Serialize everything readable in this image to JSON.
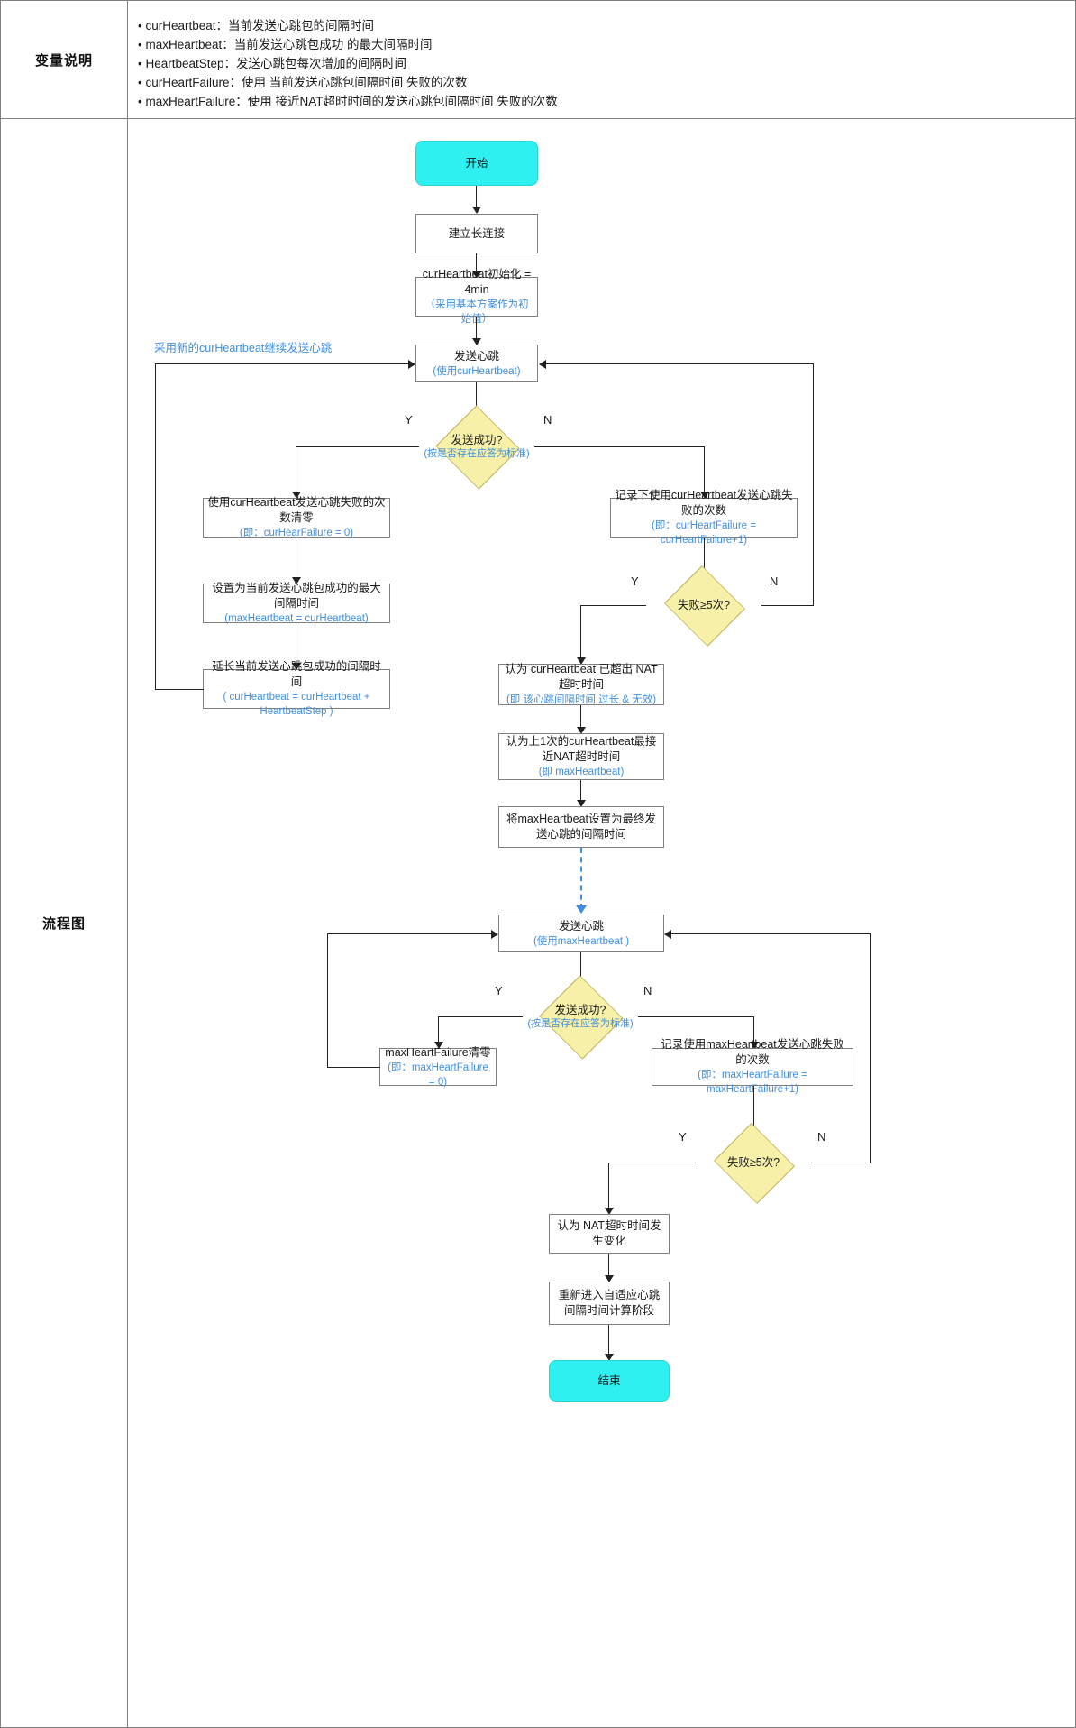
{
  "table": {
    "row1_label": "变量说明",
    "row2_label": "流程图"
  },
  "variables": [
    "• curHeartbeat：当前发送心跳包的间隔时间",
    "• maxHeartbeat：当前发送心跳包成功 的最大间隔时间",
    "• HeartbeatStep：发送心跳包每次增加的间隔时间",
    "• curHeartFailure：使用 当前发送心跳包间隔时间 失败的次数",
    "• maxHeartFailure：使用 接近NAT超时时间的发送心跳包间隔时间 失败的次数"
  ],
  "colors": {
    "terminator_fill": "#2ff0f0",
    "decision_fill": "#f7f0a8",
    "sub_text": "#3f8fe0",
    "line": "#222222",
    "border": "#808080"
  },
  "annotations": {
    "reuse_curheartbeat": "采用新的curHeartbeat继续发送心跳"
  },
  "edge_labels": {
    "y": "Y",
    "n": "N"
  },
  "nodes": {
    "start": {
      "main": "开始"
    },
    "establish": {
      "main": "建立长连接"
    },
    "init": {
      "main": "curHeartbeat初始化 = 4min",
      "sub": "（采用基本方案作为初始值）"
    },
    "send1": {
      "main": "发送心跳",
      "sub": "(使用curHeartbeat)"
    },
    "decide1": {
      "main": "发送成功?",
      "sub": "(按是否存在应答为标准)"
    },
    "clear_cur_fail": {
      "main": "使用curHeartbeat发送心跳失败的次数清零",
      "sub": "(即：curHearFailure = 0)"
    },
    "set_max": {
      "main": "设置为当前发送心跳包成功的最大间隔时间",
      "sub": "(maxHeartbeat = curHeartbeat)"
    },
    "extend": {
      "main": "延长当前发送心跳包成功的间隔时间",
      "sub": "( curHeartbeat = curHeartbeat + HeartbeatStep )"
    },
    "record_cur_fail": {
      "main": "记录下使用curHeartbeat发送心跳失败的次数",
      "sub": "(即：curHeartFailure = curHeartFailure+1)"
    },
    "decide2": {
      "main": "失败≥5次?"
    },
    "exceed_nat": {
      "main": "认为 curHeartbeat 已超出 NAT 超时时间",
      "sub": "(即 该心跳间隔时间 过长 & 无效)"
    },
    "last_closest": {
      "main": "认为上1次的curHeartbeat最接近NAT超时时间",
      "sub": "(即 maxHeartbeat)"
    },
    "set_final": {
      "main": "将maxHeartbeat设置为最终发送心跳的间隔时间"
    },
    "send2": {
      "main": "发送心跳",
      "sub": "(使用maxHeartbeat )"
    },
    "decide3": {
      "main": "发送成功?",
      "sub": "(按是否存在应答为标准)"
    },
    "clear_max_fail": {
      "main": "maxHeartFailure清零",
      "sub": "(即：maxHeartFailure = 0)"
    },
    "record_max_fail": {
      "main": "记录使用maxHeartbeat发送心跳失败的次数",
      "sub": "(即：maxHeartFailure = maxHeartFailure+1)"
    },
    "decide4": {
      "main": "失败≥5次?"
    },
    "nat_changed": {
      "main": "认为 NAT超时时间发生变化"
    },
    "recalc": {
      "main": "重新进入自适应心跳间隔时间计算阶段"
    },
    "end": {
      "main": "结束"
    }
  }
}
